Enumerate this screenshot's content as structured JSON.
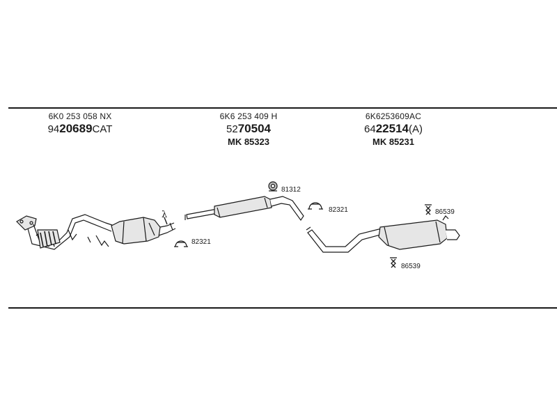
{
  "columns": [
    {
      "oem": "6K0 253 058 NX",
      "pn_prefix": "94",
      "pn_main": "20689",
      "pn_suffix": "CAT",
      "mk": ""
    },
    {
      "oem": "6K6 253 409 H",
      "pn_prefix": "52",
      "pn_main": "70504",
      "pn_suffix": "",
      "mk": "MK  85323"
    },
    {
      "oem": "6K6253609AC",
      "pn_prefix": "64",
      "pn_main": "22514",
      "pn_suffix": "(A)",
      "mk": "MK  85231"
    }
  ],
  "labels": {
    "lambda": "λ",
    "clamp_front": "82321",
    "hanger_mid": "81312",
    "clamp_mid": "82321",
    "hanger_rear_top": "86539",
    "hanger_rear_bottom": "86539"
  },
  "colors": {
    "ink": "#1a1a1a",
    "fill": "#e6e6e6",
    "fill_dark": "#bdbdbd"
  }
}
